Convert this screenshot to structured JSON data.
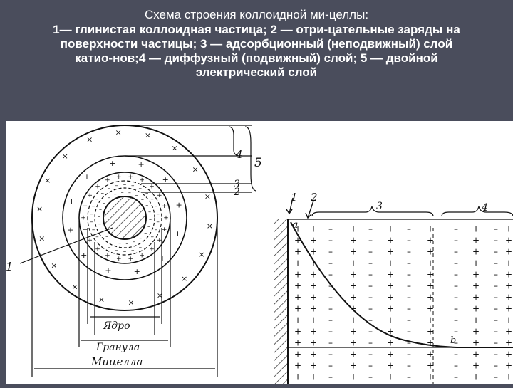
{
  "slide": {
    "heading": "Схема строения коллоидной ми-целлы:",
    "caption_lines": [
      "1— глинистая коллоидная частица; 2 — отри-цательные заряды на",
      "поверхности частицы; 3 — адсорбционный (неподвижный) слой",
      "катио-нов;4 — диффузный (подвижный) слой; 5 — двойной",
      "электрический слой"
    ]
  },
  "figure": {
    "left_diagram": {
      "labels": {
        "core": "Ядро",
        "granule": "Гранула",
        "micelle": "Мицелла",
        "n1": "1",
        "n2": "2",
        "n3": "3",
        "n4": "4",
        "n5": "5"
      }
    },
    "right_diagram": {
      "labels": {
        "n1": "1",
        "n2": "2",
        "n3": "3",
        "n4": "4",
        "a": "a",
        "b": "b"
      }
    }
  }
}
